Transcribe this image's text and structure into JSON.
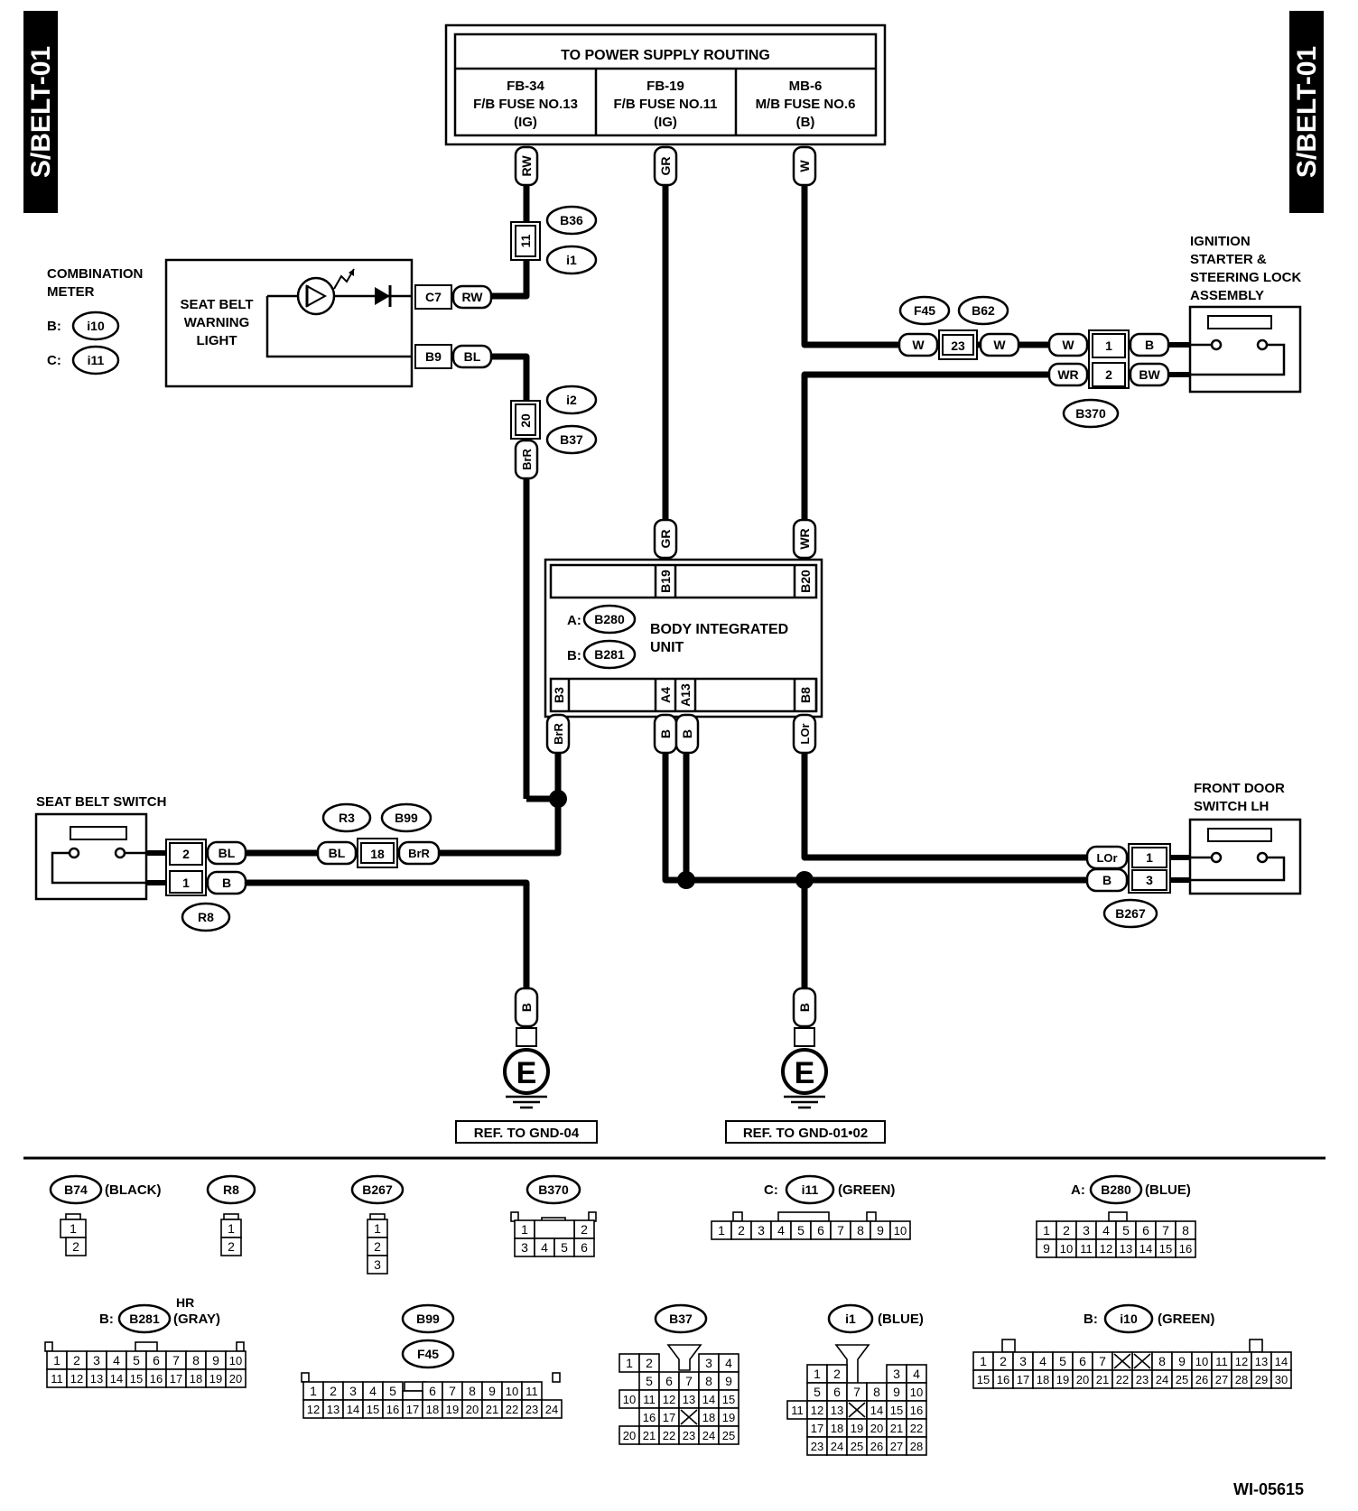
{
  "page_tag": "S/BELT-01",
  "figure_id": "WI-05615",
  "power": {
    "title": "TO POWER SUPPLY ROUTING",
    "fuses": [
      {
        "line1": "FB-34",
        "line2": "F/B FUSE NO.13",
        "line3": "(IG)"
      },
      {
        "line1": "FB-19",
        "line2": "F/B FUSE NO.11",
        "line3": "(IG)"
      },
      {
        "line1": "MB-6",
        "line2": "M/B FUSE NO.6",
        "line3": "(B)"
      }
    ]
  },
  "wires": {
    "rw": "RW",
    "gr": "GR",
    "w": "W",
    "bl": "BL",
    "brr": "BrR",
    "wr": "WR",
    "b": "B",
    "bw": "BW",
    "lor": "LOr"
  },
  "pins": {
    "p11": "11",
    "p20": "20",
    "p23": "23",
    "p18": "18",
    "p1": "1",
    "p2": "2",
    "p3": "3",
    "c7": "C7",
    "b9": "B9",
    "b19": "B19",
    "b20": "B20",
    "b3": "B3",
    "a4": "A4",
    "a13": "A13",
    "b8": "B8"
  },
  "connectors": {
    "b36": "B36",
    "i1": "i1",
    "i2": "i2",
    "b37": "B37",
    "f45": "F45",
    "b62": "B62",
    "b370": "B370",
    "b280": "B280",
    "b281": "B281",
    "r3": "R3",
    "b99": "B99",
    "r8": "R8",
    "b267": "B267",
    "i10": "i10",
    "i11": "i11",
    "b74": "B74"
  },
  "components": {
    "combination_meter": [
      "COMBINATION",
      "METER"
    ],
    "meter_b": "B:",
    "meter_c": "C:",
    "seat_belt_warning_light": [
      "SEAT BELT",
      "WARNING",
      "LIGHT"
    ],
    "ignition": [
      "IGNITION",
      "STARTER &",
      "STEERING LOCK",
      "ASSEMBLY"
    ],
    "biu": [
      "BODY INTEGRATED",
      "UNIT"
    ],
    "biu_a": "A:",
    "biu_b": "B:",
    "seat_belt_switch": "SEAT BELT SWITCH",
    "front_door_switch": [
      "FRONT DOOR",
      "SWITCH LH"
    ]
  },
  "grounds": {
    "symbol": "E",
    "left_ref": "REF. TO GND-04",
    "right_ref": "REF. TO GND-01•02"
  },
  "legend": {
    "black": "(BLACK)",
    "green": "(GREEN)",
    "blue": "(BLUE)",
    "gray": "(GRAY)",
    "hr": "HR",
    "prefix_a": "A:",
    "prefix_b": "B:",
    "prefix_c": "C:"
  }
}
